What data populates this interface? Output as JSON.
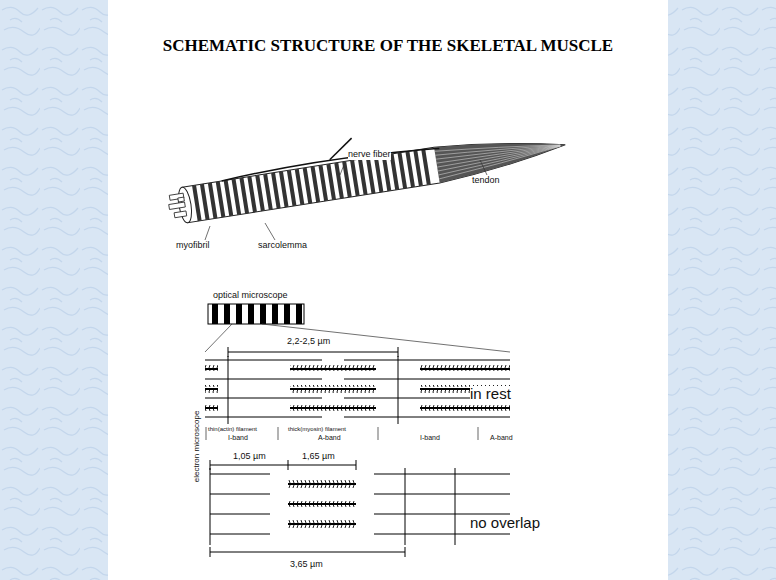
{
  "diagram": {
    "title": "SCHEMATIC STRUCTURE OF THE SKELETAL MUSCLE",
    "labels": [
      "nerve fiber",
      "tendon",
      "myofibril",
      "sarcolemma",
      "optical microscope",
      "2,2-2,5 µm",
      "in rest",
      "electron microscope",
      "thin(actin) filament",
      "thick(myosin) filament",
      "I-band",
      "A-band",
      "I-band",
      "A-band",
      "1,05 µm",
      "1,65 µm",
      "no overlap",
      "3,65 µm"
    ]
  }
}
